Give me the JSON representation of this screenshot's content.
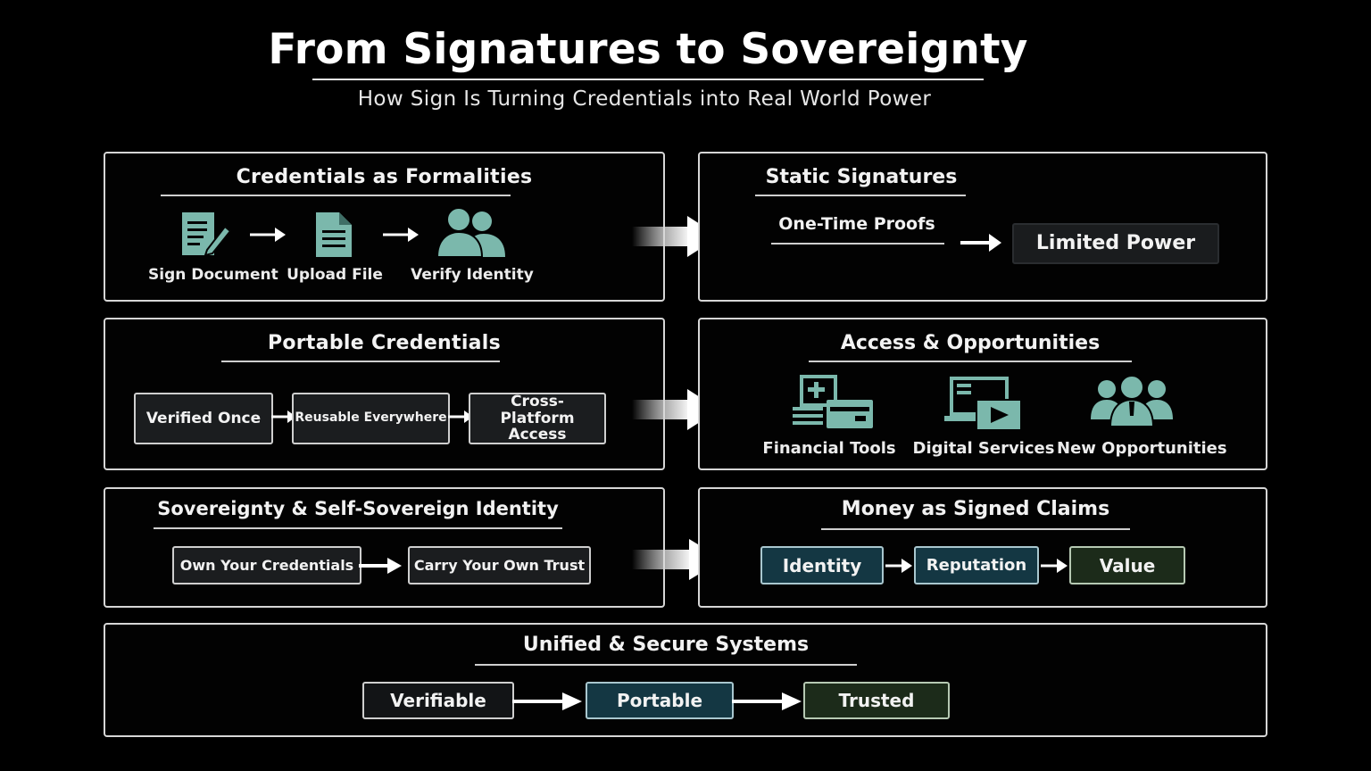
{
  "header": {
    "title": "From Signatures to Sovereignty",
    "subtitle": "How Sign Is Turning Credentials into Real World Power"
  },
  "colors": {
    "icon": "#7bb8ac",
    "teal_box": "#143743",
    "green_box": "#1c2b1a",
    "border": "#d6d6d6"
  },
  "panels": {
    "credentials_formalities": {
      "title": "Credentials as Formalities",
      "steps": [
        {
          "icon": "document-sign-icon",
          "label": "Sign Document"
        },
        {
          "icon": "file-icon",
          "label": "Upload File"
        },
        {
          "icon": "users-icon",
          "label": "Verify Identity"
        }
      ]
    },
    "static_signatures": {
      "title": "Static Signatures",
      "proof_label": "One-Time Proofs",
      "result": "Limited Power"
    },
    "portable_credentials": {
      "title": "Portable Credentials",
      "steps": [
        "Verified Once",
        "Reusable Everywhere",
        "Cross-Platform Access"
      ]
    },
    "access_opportunities": {
      "title": "Access & Opportunities",
      "items": [
        {
          "icon": "financial-tools-icon",
          "label": "Financial Tools"
        },
        {
          "icon": "digital-services-icon",
          "label": "Digital Services"
        },
        {
          "icon": "group-icon",
          "label": "New Opportunities"
        }
      ]
    },
    "sovereignty": {
      "title": "Sovereignty & Self-Sovereign Identity",
      "steps": [
        "Own Your Credentials",
        "Carry Your Own Trust"
      ]
    },
    "money_signed_claims": {
      "title": "Money as Signed Claims",
      "steps": [
        "Identity",
        "Reputation",
        "Value"
      ]
    },
    "unified_systems": {
      "title": "Unified & Secure Systems",
      "steps": [
        "Verifiable",
        "Portable",
        "Trusted"
      ]
    }
  }
}
